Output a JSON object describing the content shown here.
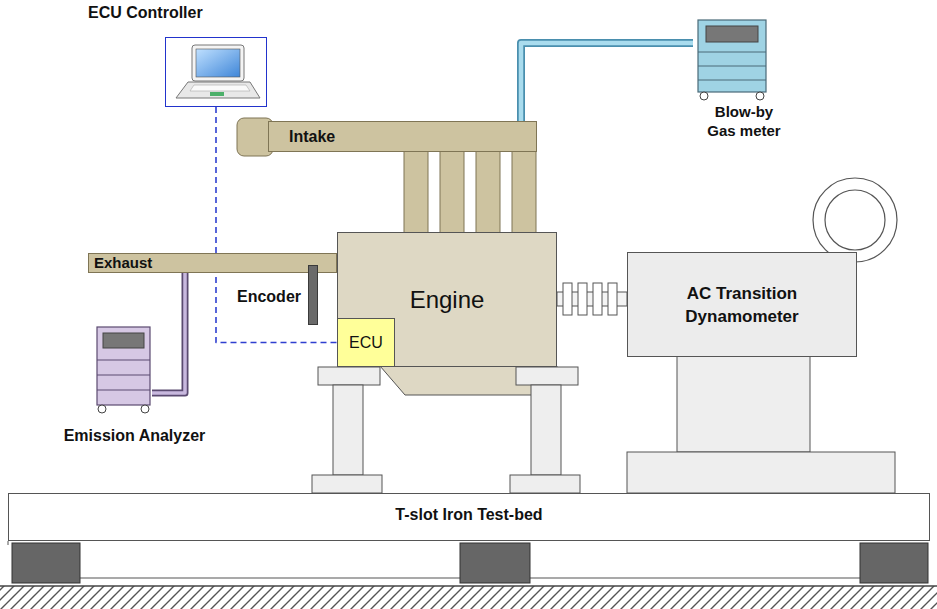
{
  "diagram": {
    "nodes": [
      {
        "text": [
          "ECU Controller"
        ]
      },
      {
        "text": [
          "Blow-by Gas meter"
        ]
      },
      {
        "text": [
          "Intake"
        ]
      },
      {
        "text": [
          "Exhaust"
        ]
      },
      {
        "text": [
          "Encoder"
        ]
      },
      {
        "text": [
          "Engine"
        ]
      },
      {
        "text": [
          "ECU"
        ],
        "in": 5
      },
      {
        "text": [
          "AC Transition Dynamometer"
        ]
      },
      {
        "text": [
          "Emission Analyzer"
        ]
      },
      {
        "text": [
          "T-slot Iron Test-bed"
        ]
      }
    ],
    "edges": [
      {
        "from": 0,
        "to": 6,
        "arrow": "none"
      },
      {
        "from": 1,
        "to": 2,
        "arrow": "none"
      },
      {
        "from": 8,
        "to": 3,
        "arrow": "none"
      }
    ]
  }
}
